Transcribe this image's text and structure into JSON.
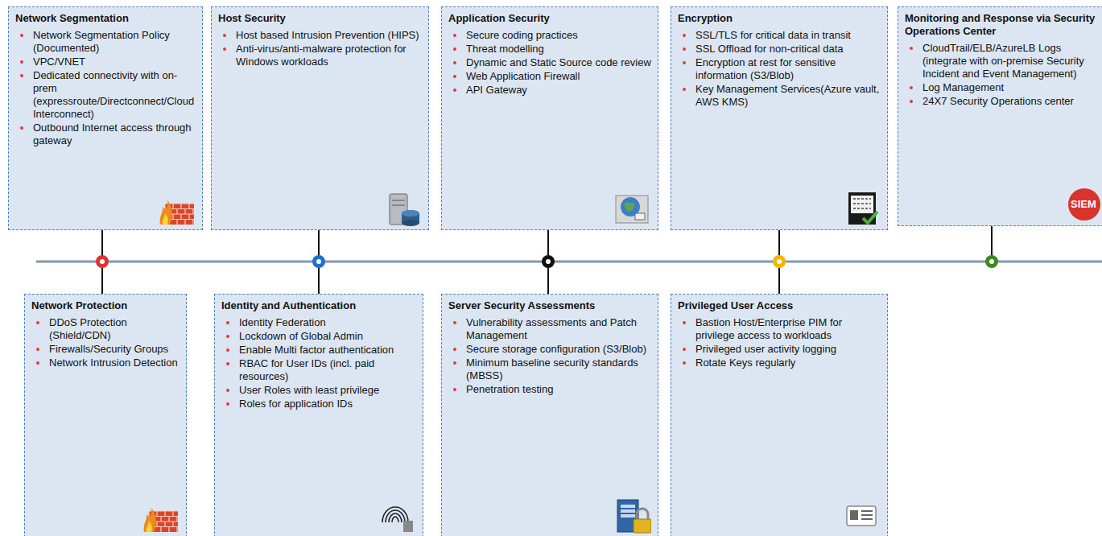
{
  "diagram": {
    "nodes": [
      {
        "text": [
          "Network Segmentation",
          "Network Segmentation Policy (Documented)",
          "VPC/VNET",
          "Dedicated connectivity with on-prem (expressroute/Directconnect/Cloud Interconnect)",
          "Outbound Internet access through gateway"
        ]
      },
      {
        "text": [
          "Network Protection",
          "DDoS Protection (Shield/CDN)",
          "Firewalls/Security Groups",
          "Network Intrusion Detection"
        ]
      },
      {
        "text": [
          "Host Security",
          "Host based Intrusion Prevention (HIPS)",
          "Anti-virus/anti-malware protection for Windows workloads"
        ]
      },
      {
        "text": [
          "Identity and Authentication",
          "Identity Federation",
          "Lockdown of Global Admin",
          "Enable Multi factor authentication",
          "RBAC for User IDs (incl. paid resources)",
          "User Roles with least privilege",
          "Roles for application IDs"
        ]
      },
      {
        "text": [
          "Application Security",
          "Secure coding practices",
          "Threat modelling",
          "Dynamic and Static Source code review",
          "Web Application Firewall",
          "API Gateway"
        ]
      },
      {
        "text": [
          "Server Security Assessments",
          "Vulnerability assessments and Patch Management",
          "Secure storage configuration (S3/Blob)",
          "Minimum baseline security standards (MBSS)",
          "Penetration testing"
        ]
      },
      {
        "text": [
          "Encryption",
          "SSL/TLS for critical data in transit",
          "SSL Offload for non-critical data",
          "Encryption at rest for sensitive information (S3/Blob)",
          "Key Management Services(Azure vault, AWS KMS)"
        ]
      },
      {
        "text": [
          "Privileged User Access",
          "Bastion Host/Enterprise PIM for privilege access to workloads",
          "Privileged user activity logging",
          "Rotate Keys regularly"
        ]
      },
      {
        "text": [
          "Monitoring and Response via Security Operations Center",
          "CloudTrail/ELB/AzureLB Logs (integrate with on-premise Security Incident and Event Management)",
          "Log Management",
          "24X7 Security Operations center"
        ]
      }
    ],
    "labels": [
      "SIEM"
    ]
  }
}
